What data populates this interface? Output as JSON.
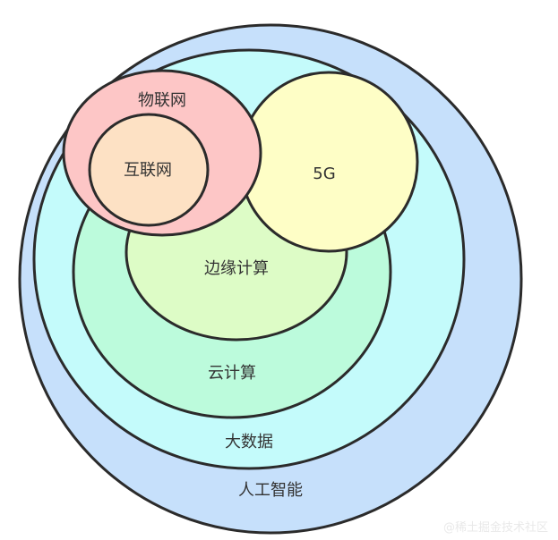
{
  "diagram": {
    "regions": {
      "ai": {
        "label": "人工智能",
        "color": "#c6e0fb"
      },
      "big_data": {
        "label": "大数据",
        "color": "#c4fbfb"
      },
      "cloud": {
        "label": "云计算",
        "color": "#bcfbdc"
      },
      "edge": {
        "label": "边缘计算",
        "color": "#ddfcc6"
      },
      "fiveg": {
        "label": "5G",
        "color": "#fefec6"
      },
      "iot": {
        "label": "物联网",
        "color": "#fdc6c6"
      },
      "internet": {
        "label": "互联网",
        "color": "#fde1c4"
      }
    },
    "outline_color": "#2b2b2b",
    "watermark": "@稀土掘金技术社区"
  }
}
